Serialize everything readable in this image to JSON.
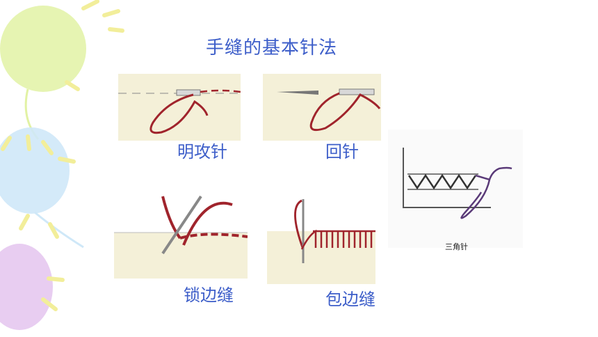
{
  "slide": {
    "title": "手缝的基本针法",
    "stitches": [
      {
        "label": "明攻针"
      },
      {
        "label": "回针"
      },
      {
        "label": "锁边缝"
      },
      {
        "label": "包边缝"
      }
    ],
    "triangle_caption": "三角针"
  },
  "colors": {
    "title_text": "#3d5ec9",
    "fabric": "#f4f0d8",
    "thread": "#a0242c",
    "needle": "#888888",
    "balloon_green": "#e2f2a4",
    "balloon_blue": "#cfe8f8",
    "balloon_purple": "#e6c8f0",
    "spark_yellow": "#f2ee9a"
  }
}
